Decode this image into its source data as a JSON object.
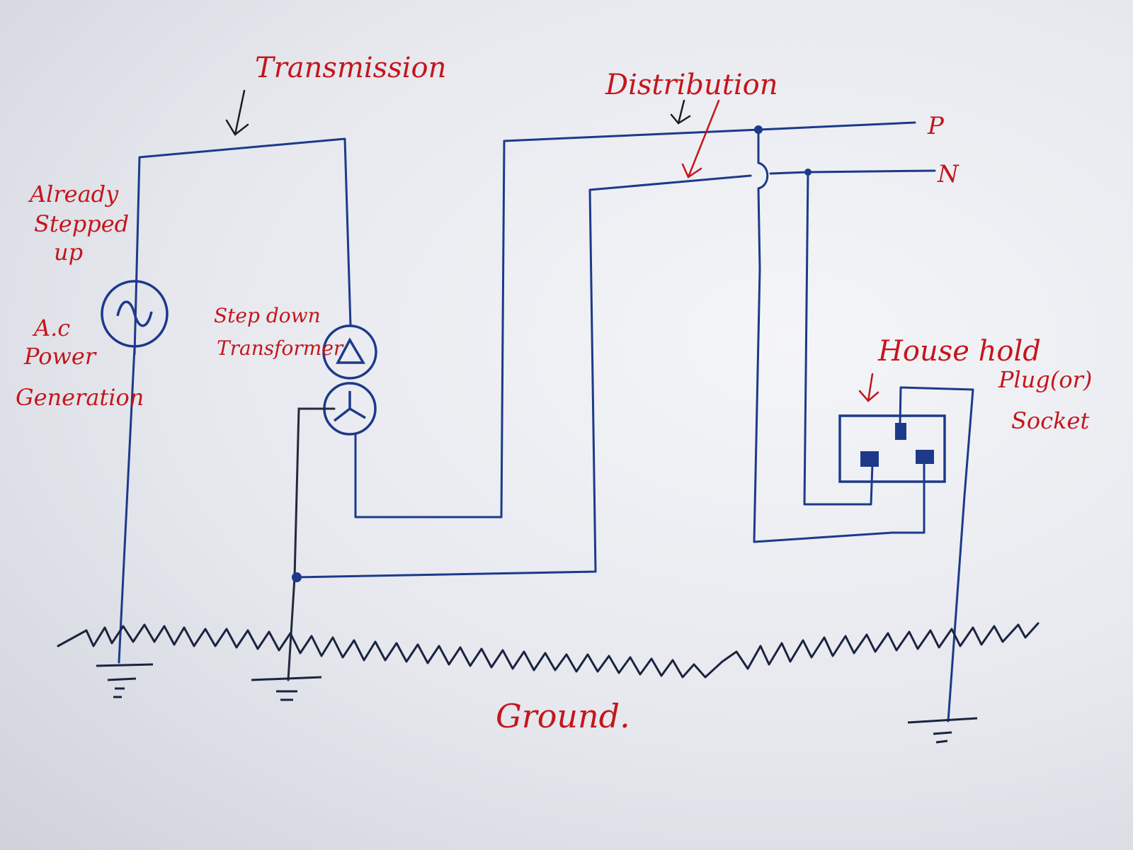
{
  "labels": {
    "transmission": "Transmission",
    "distribution": "Distribution",
    "already_stepped_up": [
      "Already",
      "Stepped",
      "up"
    ],
    "ac_power_generation": [
      "A.c",
      "Power",
      "Generation"
    ],
    "step_down_transformer": [
      "Step down",
      "Transformer"
    ],
    "house_hold": "House hold",
    "plug_socket": [
      "Plug(or)",
      "Socket"
    ],
    "ground": "Ground.",
    "phase": "P",
    "neutral": "N"
  },
  "colors": {
    "label_ink": "#c4161c",
    "wire_ink": "#1d3a8a",
    "ground_ink": "#1a2440"
  },
  "icons": {
    "ac_source": "sine-wave-icon",
    "delta_winding": "delta-icon",
    "star_winding": "star-wye-icon",
    "earth": "earth-ground-icon"
  }
}
